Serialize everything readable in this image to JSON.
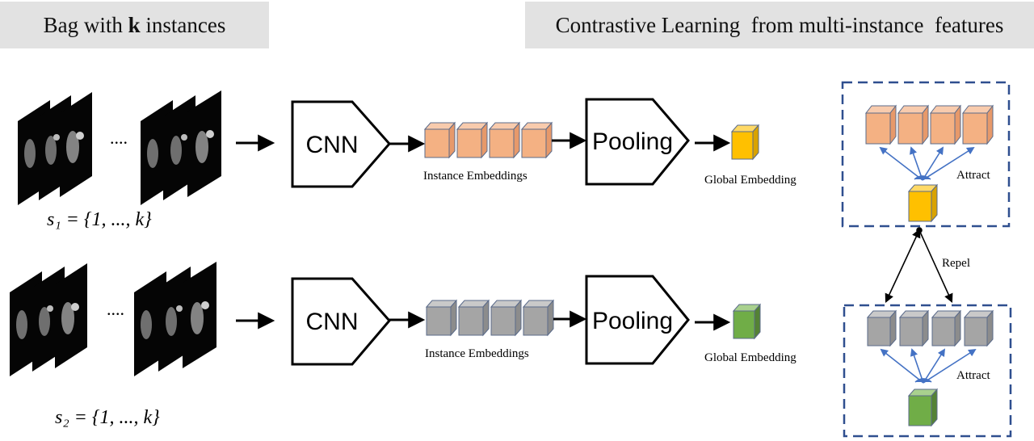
{
  "headers": {
    "left": {
      "prefix": "Bag with ",
      "bold": "k",
      "suffix": " instances"
    },
    "right": "Contrastive Learning  from multi-instance  features"
  },
  "rows": [
    {
      "set_label": "s₁ = {1, ..., k}",
      "ellipsis": "....",
      "cnn_label": "CNN",
      "embeddings_label": "Instance Embeddings",
      "pooling_label": "Pooling",
      "global_label": "Global  Embedding"
    },
    {
      "set_label": "s₂ = {1, ..., k}",
      "ellipsis": "....",
      "cnn_label": "CNN",
      "embeddings_label": "Instance Embeddings",
      "pooling_label": "Pooling",
      "global_label": "Global  Embedding"
    }
  ],
  "contrast": {
    "attract_top": "Attract",
    "attract_bottom": "Attract",
    "repel": "Repel"
  },
  "colors": {
    "orange_cube": "#f4b183",
    "orange_edge": "#c55a11",
    "yellow_cube": "#ffc000",
    "yellow_edge": "#bf9000",
    "gray_cube": "#a5a5a5",
    "gray_edge": "#5b6b8a",
    "green_cube": "#70ad47",
    "green_edge": "#4c7a30",
    "dash_box": "#2f4f8f",
    "attract_arrow": "#4472c4"
  }
}
